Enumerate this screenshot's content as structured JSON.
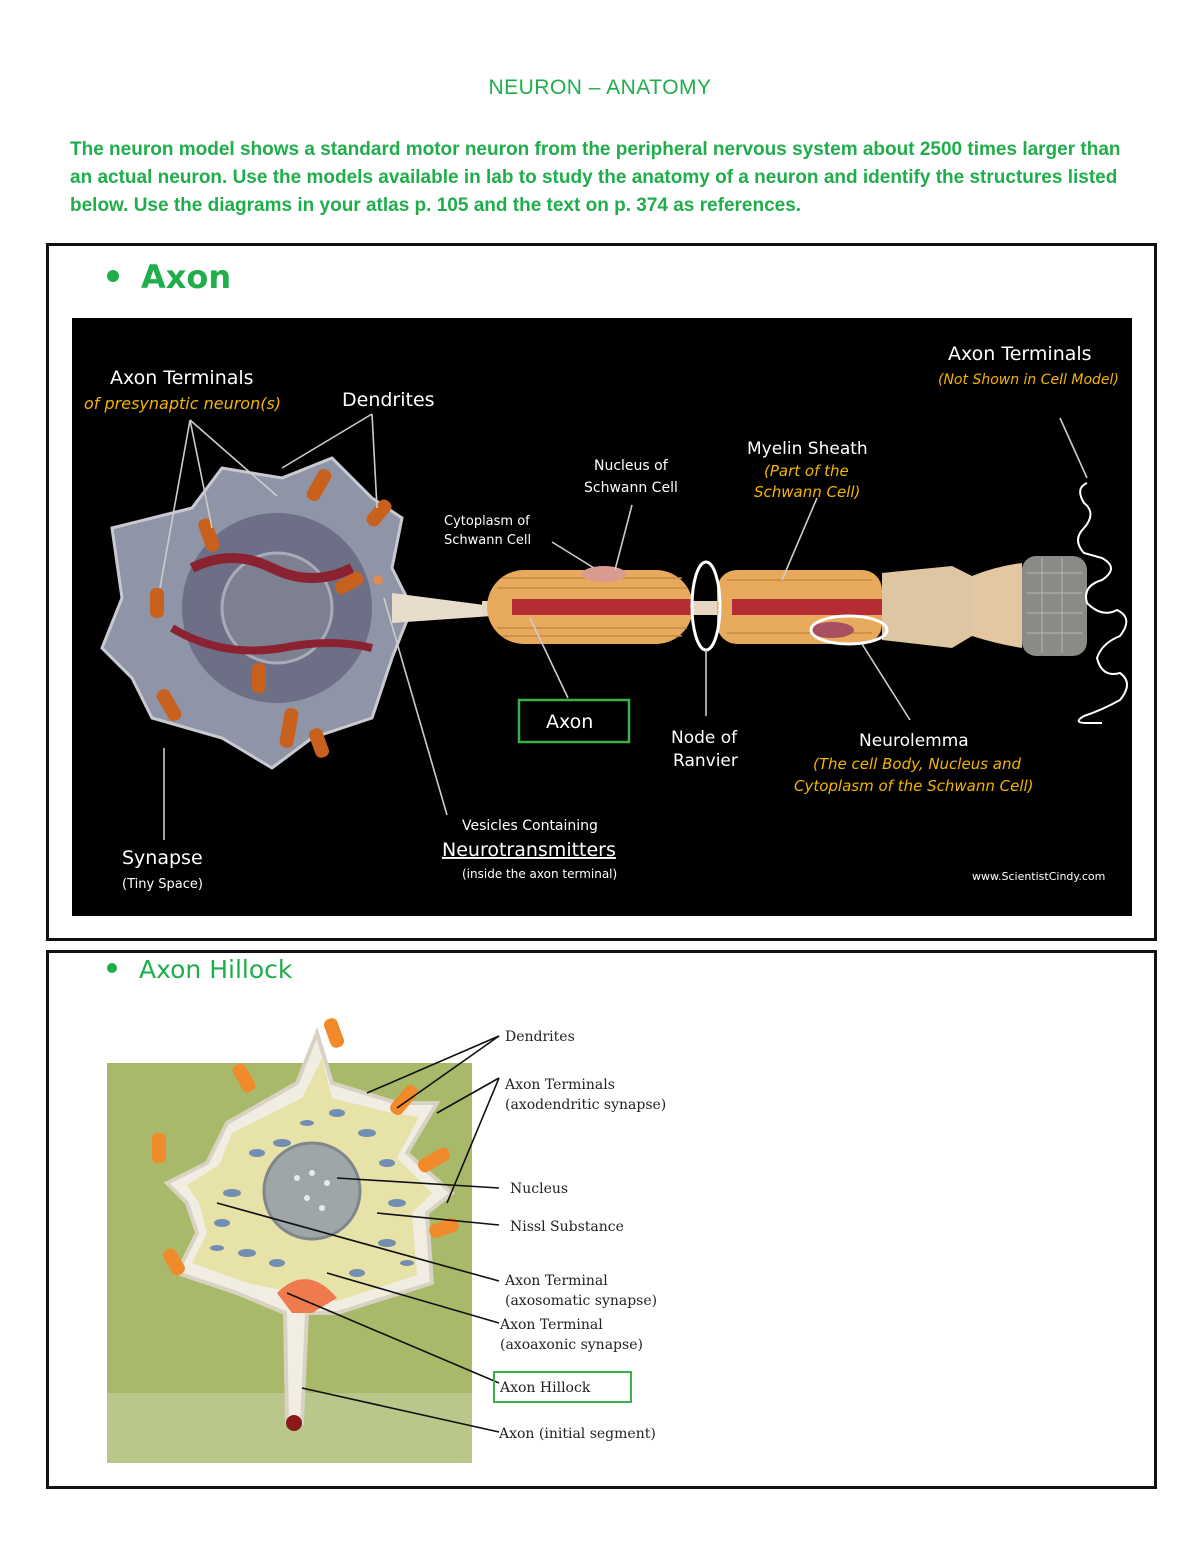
{
  "title": "NEURON – ANATOMY",
  "intro": "The neuron model shows a standard motor neuron from the peripheral nervous system about 2500 times larger than an actual neuron. Use the models available in lab to study the anatomy of a neuron and identify the structures listed below. Use the diagrams in your atlas p. 105 and the text on p. 374 as references.",
  "section1": {
    "heading": "Axon",
    "labels": {
      "axon_terminals_left": "Axon Terminals",
      "axon_terminals_left_sub": "of presynaptic neuron(s)",
      "dendrites": "Dendrites",
      "nucleus_schwann_1": "Nucleus of",
      "nucleus_schwann_2": "Schwann Cell",
      "cytoplasm_schwann_1": "Cytoplasm of",
      "cytoplasm_schwann_2": "Schwann Cell",
      "myelin_sheath": "Myelin Sheath",
      "myelin_sub_1": "(Part of the",
      "myelin_sub_2": "Schwann Cell)",
      "axon_terminals_right": "Axon Terminals",
      "axon_terminals_right_sub": "(Not Shown in Cell Model)",
      "axon": "Axon",
      "node_1": "Node of",
      "node_2": "Ranvier",
      "neurolemma": "Neurolemma",
      "neurolemma_sub_1": "(The cell Body, Nucleus and",
      "neurolemma_sub_2": "Cytoplasm of the Schwann Cell)",
      "vesicles_1": "Vesicles Containing",
      "vesicles_2": "Neurotransmitters",
      "vesicles_3": "(inside the axon terminal)",
      "synapse": "Synapse",
      "synapse_sub": "(Tiny Space)",
      "credit": "www.ScientistCindy.com"
    }
  },
  "section2": {
    "heading": "Axon Hillock",
    "labels": {
      "dendrites": "Dendrites",
      "axon_terminals_1": "Axon Terminals",
      "axon_terminals_2": "(axodendritic synapse)",
      "nucleus": "Nucleus",
      "nissl": "Nissl Substance",
      "axon_terminal_soma_1": "Axon Terminal",
      "axon_terminal_soma_2": "(axosomatic synapse)",
      "axon_terminal_axo_1": "Axon Terminal",
      "axon_terminal_axo_2": "(axoaxonic synapse)",
      "axon_hillock": "Axon Hillock",
      "axon_initial": "Axon (initial segment)"
    }
  },
  "colors": {
    "green": "#1fae4b",
    "gold": "#f5b400",
    "photo_bg": "#000000",
    "orange": "#e8732a"
  }
}
